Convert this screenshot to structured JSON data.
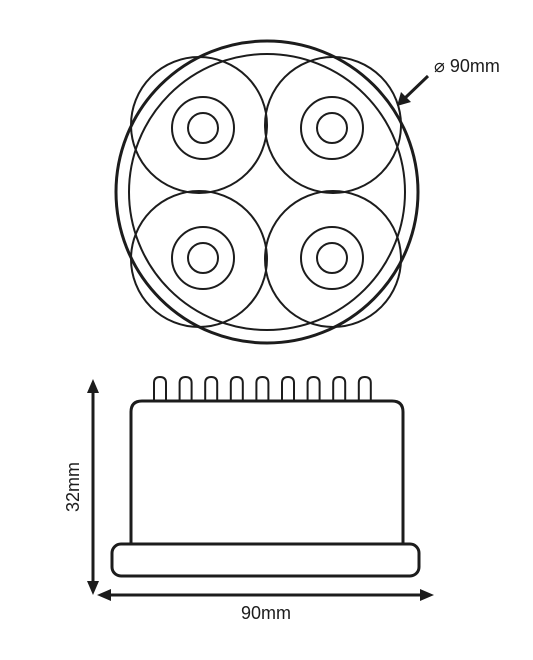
{
  "dimensions": {
    "diameter_label": "⌀ 90mm",
    "height_label": "32mm",
    "width_label": "90mm"
  },
  "top_view": {
    "lens_count": 4
  },
  "side_view": {
    "pin_count": 9
  },
  "colors": {
    "line": "#1c1c1c",
    "background": "#ffffff"
  }
}
